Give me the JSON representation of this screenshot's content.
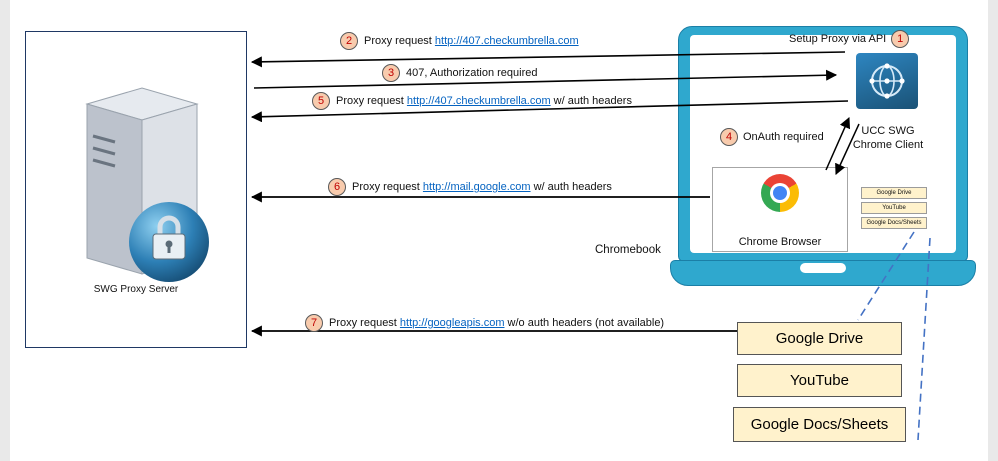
{
  "diagram": {
    "server": {
      "label": "SWG Proxy Server"
    },
    "chromebook": {
      "label": "Chromebook",
      "setup": {
        "step": "1",
        "label": "Setup Proxy via API"
      },
      "client": {
        "line1": "UCC SWG",
        "line2": "Chrome Client"
      },
      "onauth": {
        "step": "4",
        "label": "OnAuth required"
      },
      "browser": {
        "label": "Chrome Browser"
      },
      "mini_apps": [
        "Google Drive",
        "YouTube",
        "Google Docs/Sheets"
      ]
    },
    "messages": [
      {
        "step": "2",
        "prefix": "Proxy request ",
        "link": "http://407.checkumbrella.com",
        "suffix": ""
      },
      {
        "step": "3",
        "prefix": "407, Authorization required",
        "link": "",
        "suffix": ""
      },
      {
        "step": "5",
        "prefix": "Proxy request ",
        "link": "http://407.checkumbrella.com",
        "suffix": " w/ auth headers"
      },
      {
        "step": "6",
        "prefix": "Proxy request ",
        "link": "http://mail.google.com",
        "suffix": " w/ auth headers"
      },
      {
        "step": "7",
        "prefix": "Proxy request ",
        "link": "http://googleapis.com",
        "suffix": " w/o auth headers (not available)"
      }
    ],
    "services": [
      "Google Drive",
      "YouTube",
      "Google Docs/Sheets"
    ],
    "colors": {
      "laptop": "#2FA8CE",
      "box_fill": "#FFF2CC",
      "link": "#0563C1",
      "step_fill": "#F8CBAD",
      "step_text": "#C00000",
      "callout": "#4472C4"
    }
  }
}
